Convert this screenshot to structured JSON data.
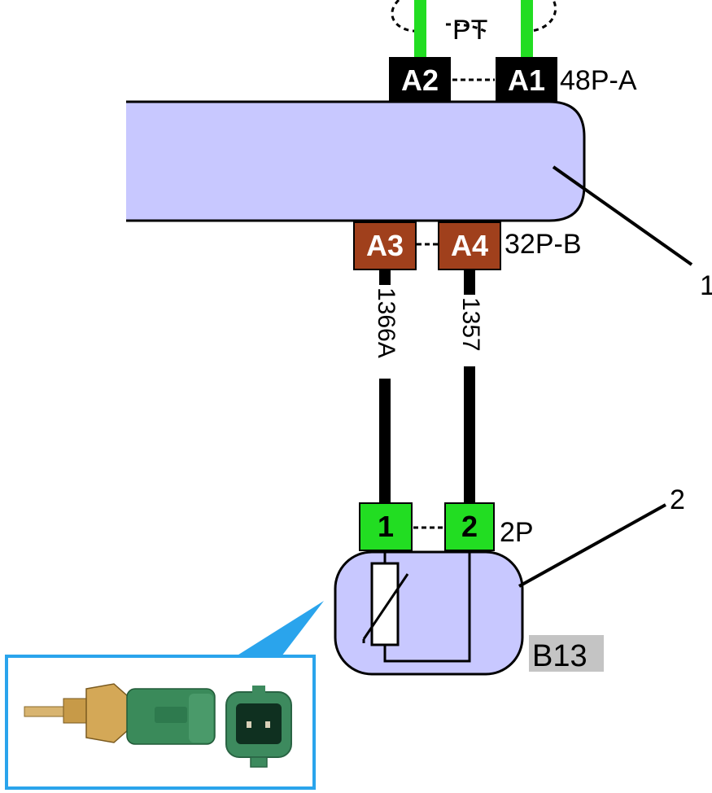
{
  "top_connector": {
    "pins": [
      "A2",
      "A1"
    ],
    "label": "48P-A",
    "twist_label": "PT",
    "pin_color": "#000000",
    "wire_color": "#22dd22"
  },
  "ecu": {
    "callout": "1",
    "fill": "#c8c8ff"
  },
  "bottom_connector": {
    "pins": [
      "A3",
      "A4"
    ],
    "label": "32P-B",
    "pin_color": "#a0401c"
  },
  "wires": [
    "1366A",
    "1357"
  ],
  "sensor_connector": {
    "pins": [
      "1",
      "2"
    ],
    "label": "2P",
    "pin_color": "#22dd22"
  },
  "sensor": {
    "callout": "2",
    "tag": "B13",
    "fill": "#c8c8ff"
  },
  "photo": {
    "frame_color": "#2aa4ec"
  }
}
